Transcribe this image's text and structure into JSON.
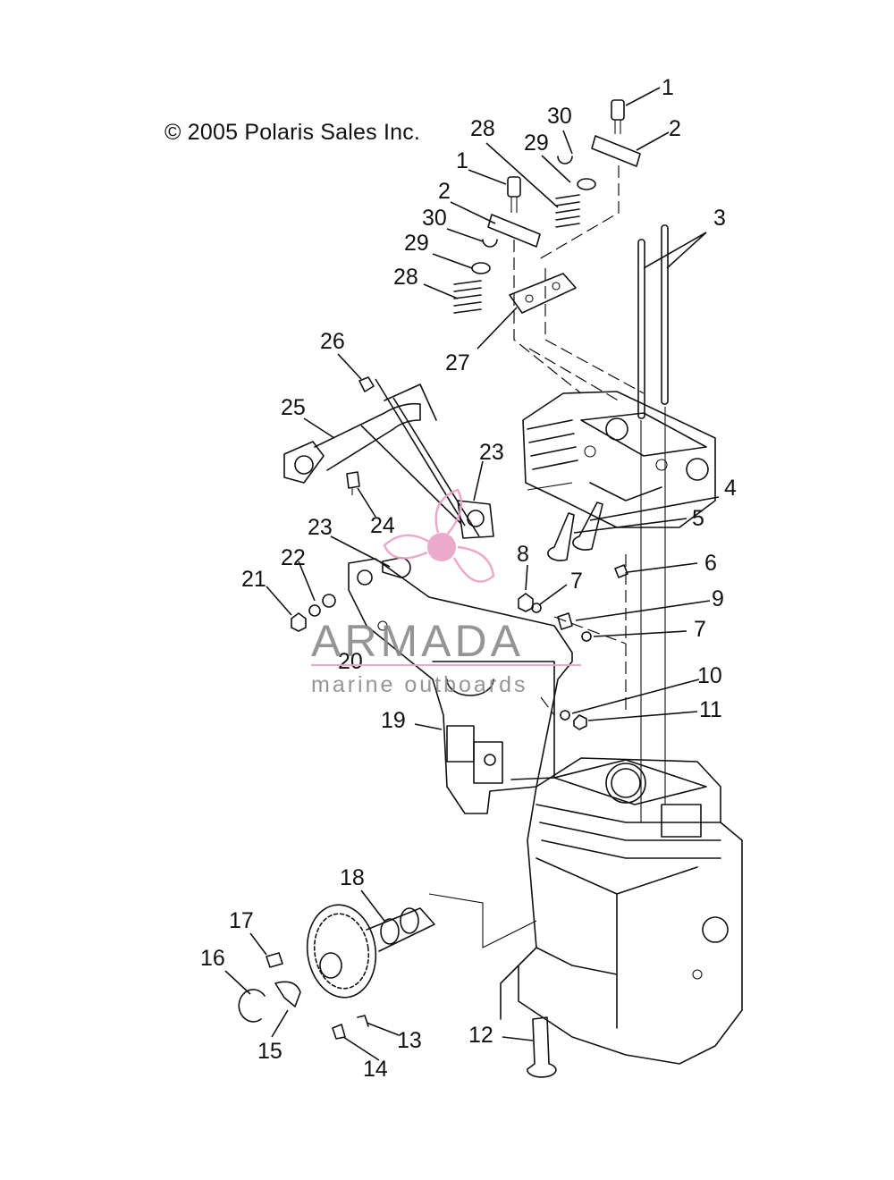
{
  "copyright": "© 2005 Polaris Sales Inc.",
  "watermark": {
    "brand": "ARMADA",
    "tagline": "marine outboards",
    "logo_color": "#e9a0c6",
    "text_color": "#8a8a8a"
  },
  "callouts": [
    "1",
    "2",
    "30",
    "29",
    "28",
    "1",
    "2",
    "30",
    "29",
    "28",
    "3",
    "27",
    "26",
    "25",
    "23",
    "24",
    "4",
    "5",
    "6",
    "23",
    "22",
    "21",
    "8",
    "7",
    "9",
    "7",
    "20",
    "19",
    "10",
    "11",
    "18",
    "17",
    "16",
    "15",
    "14",
    "13",
    "12"
  ]
}
